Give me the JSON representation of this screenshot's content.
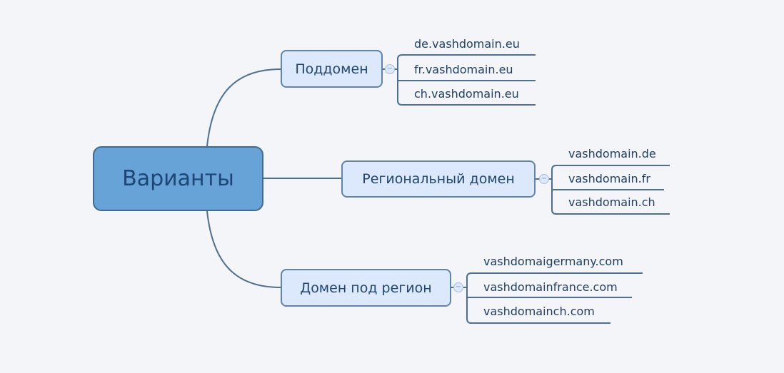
{
  "central": {
    "label": "Варианты"
  },
  "branches": [
    {
      "label": "Поддомен",
      "leaves": [
        "de.vashdomain.eu",
        "fr.vashdomain.eu",
        "ch.vashdomain.eu"
      ]
    },
    {
      "label": "Региональный домен",
      "leaves": [
        "vashdomain.de",
        "vashdomain.fr",
        "vashdomain.ch"
      ]
    },
    {
      "label": "Домен под регион",
      "leaves": [
        "vashdomaigermany.com",
        "vashdomainfrance.com",
        "vashdomainch.com"
      ]
    }
  ],
  "toggle_symbol": "−"
}
